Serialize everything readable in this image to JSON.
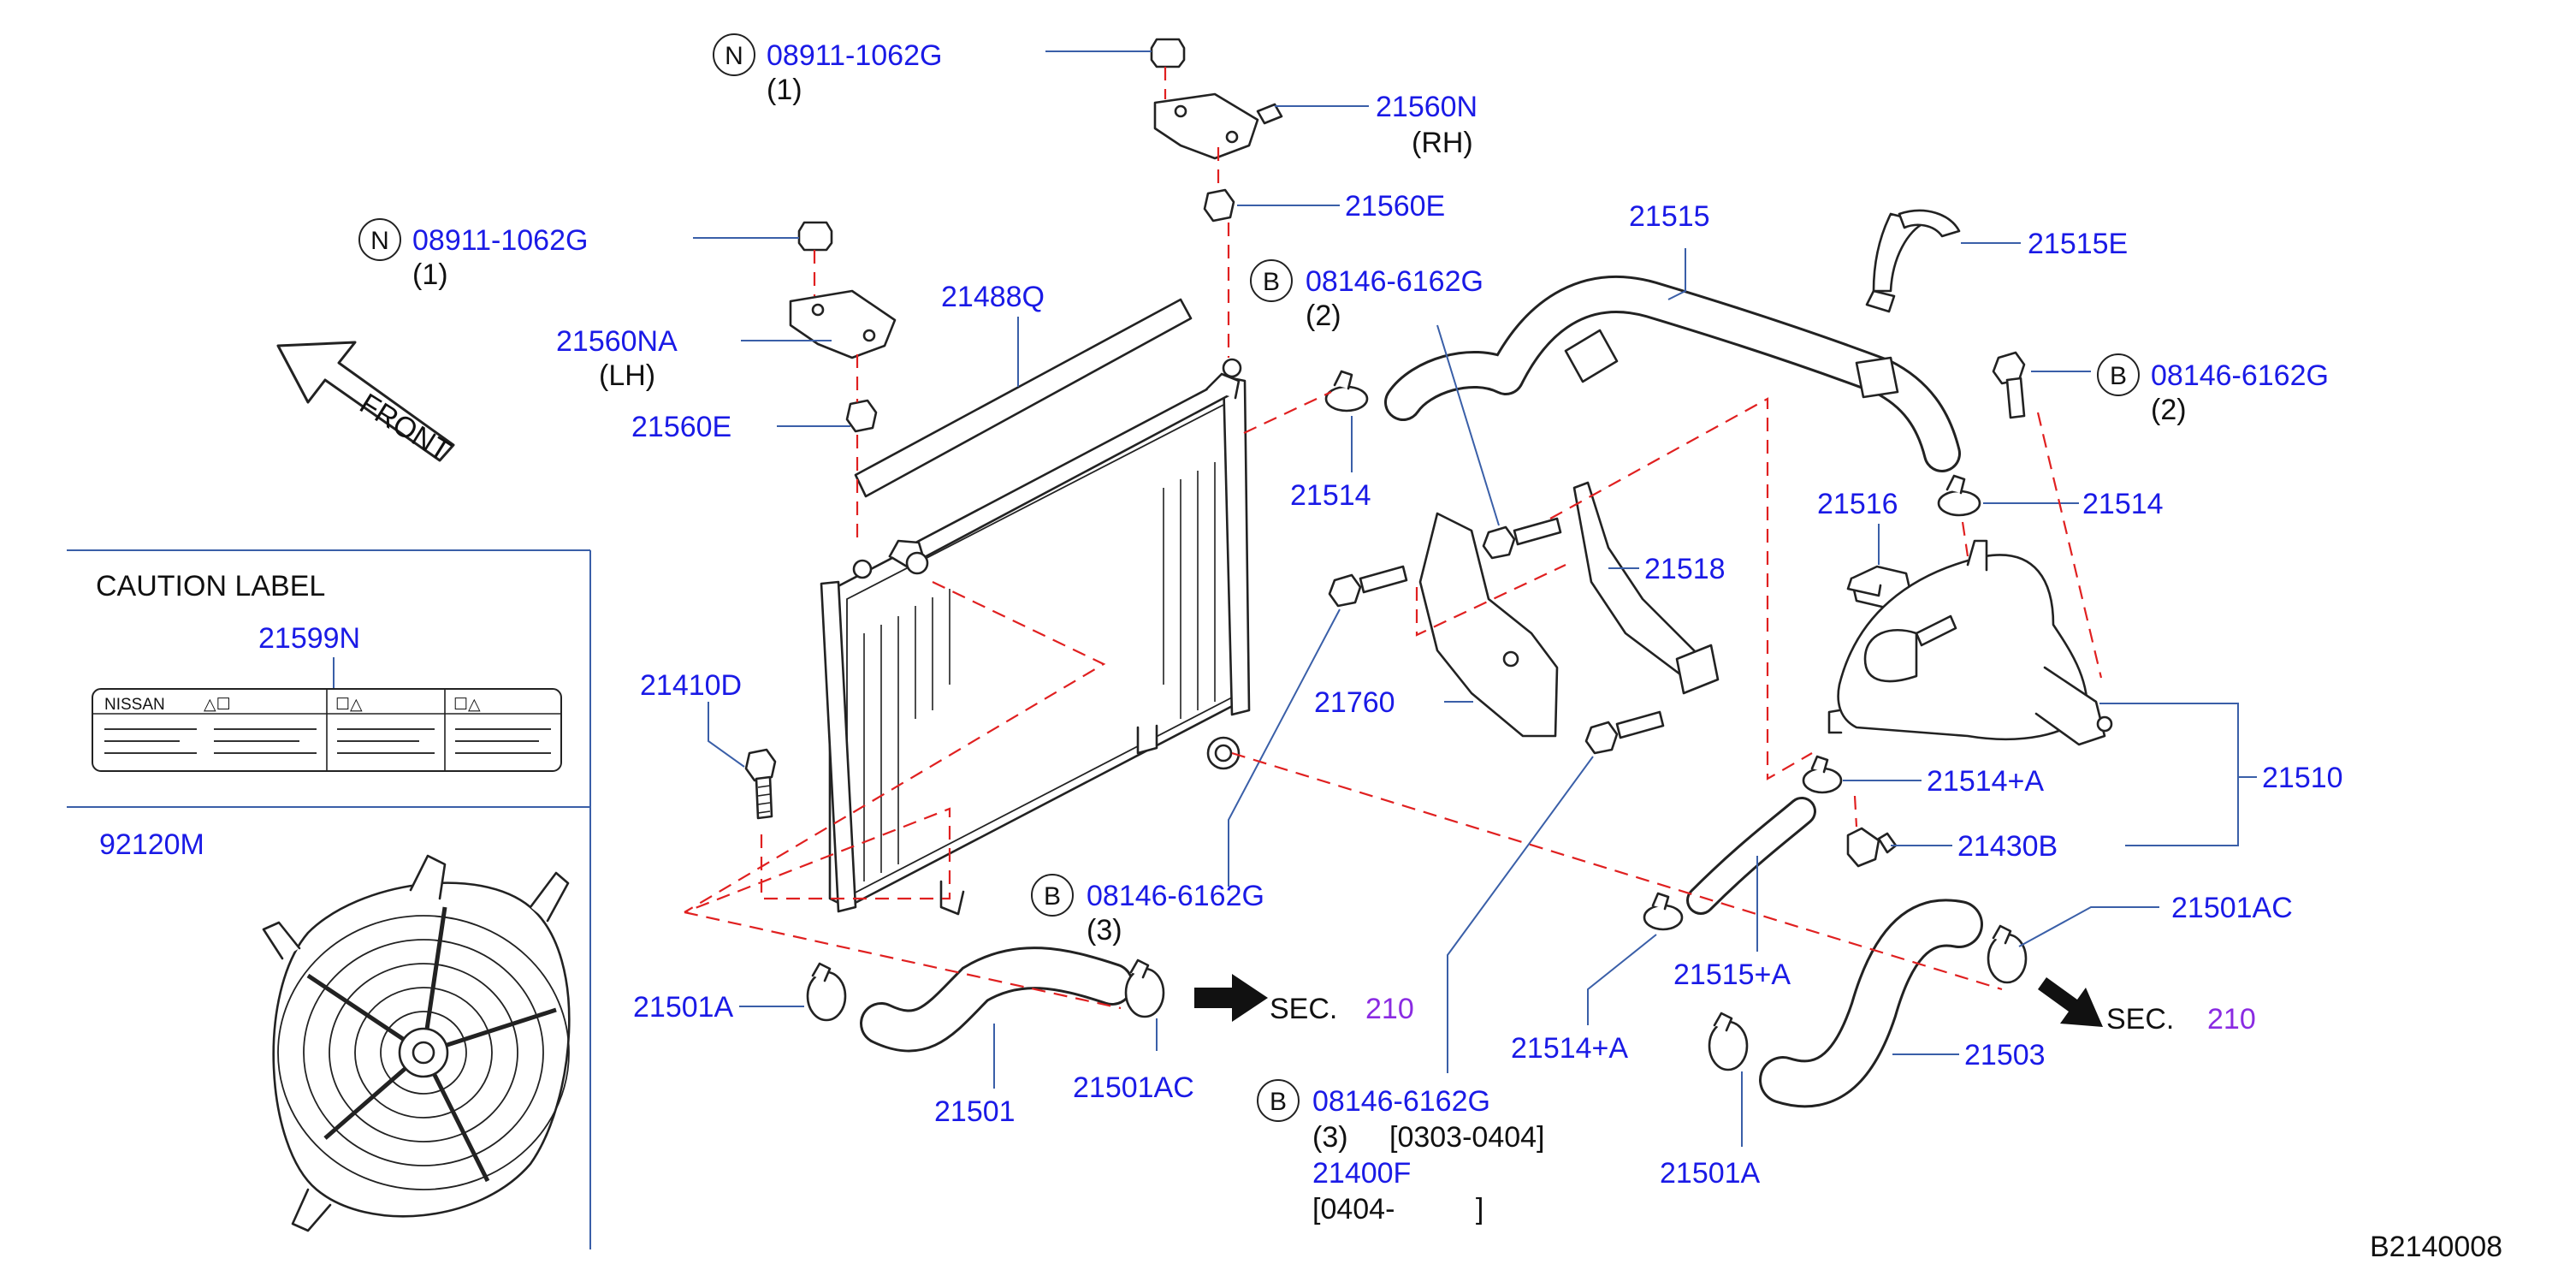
{
  "callouts": {
    "p_nut_rh": "08911-1062G",
    "q_nut_rh": "(1)",
    "p_bracket_rh": "21560N",
    "s_bracket_rh": "(RH)",
    "p_mount_rh": "21560E",
    "p_nut_lh": "08911-1062G",
    "q_nut_lh": "(1)",
    "p_bracket_lh": "21560NA",
    "s_bracket_lh": "(LH)",
    "p_mount_lh": "21560E",
    "p_seal": "21488Q",
    "p_bolt_b1": "08146-6162G",
    "q_bolt_b1": "(2)",
    "p_hose_upper": "21515",
    "p_band": "21515E",
    "p_bolt_b2": "08146-6162G",
    "q_bolt_b2": "(2)",
    "p_clamp_left": "21514",
    "p_clamp_right": "21514",
    "p_cap": "21516",
    "p_bracket_21518": "21518",
    "p_shroud": "21760",
    "p_drain": "21410D",
    "p_clamp_a_upper": "21514+A",
    "p_tank": "21510",
    "p_fitting": "21430B",
    "p_hose_ac": "21501AC",
    "p_hose_lower_r": "21503",
    "p_hose_15a": "21515+A",
    "p_clamp_a_lower": "21514+A",
    "p_clamp_501a_left": "21501A",
    "p_hose_lower_l": "21501",
    "p_clamp_501ac_left": "21501AC",
    "p_bolt_b3": "08146-6162G",
    "q_bolt_b3": "(3)",
    "p_bolt_b4": "08146-6162G",
    "q_bolt_b4": "(3)",
    "range_b4": "[0303-0404]",
    "p_radiator": "21400F",
    "range_radiator": "[0404-          ]",
    "p_clamp_501a_right": "21501A",
    "p_label": "21599N",
    "p_fan": "92120M"
  },
  "symbols": {
    "n": "N",
    "b": "B"
  },
  "sec_text": "SEC.",
  "sec_number": "210",
  "front_label": "FRONT",
  "caution_label_title": "CAUTION   LABEL",
  "label_sticker_brand": "NISSAN",
  "label_sticker_marks": [
    "△☐",
    "☐△",
    "☐△"
  ],
  "diagram_code": "B2140008",
  "colors": {
    "part_number": "#1a1ae6",
    "section_ref": "#8a2be2",
    "dashed_line": "#e02020",
    "leader": "#3a5fa8"
  }
}
